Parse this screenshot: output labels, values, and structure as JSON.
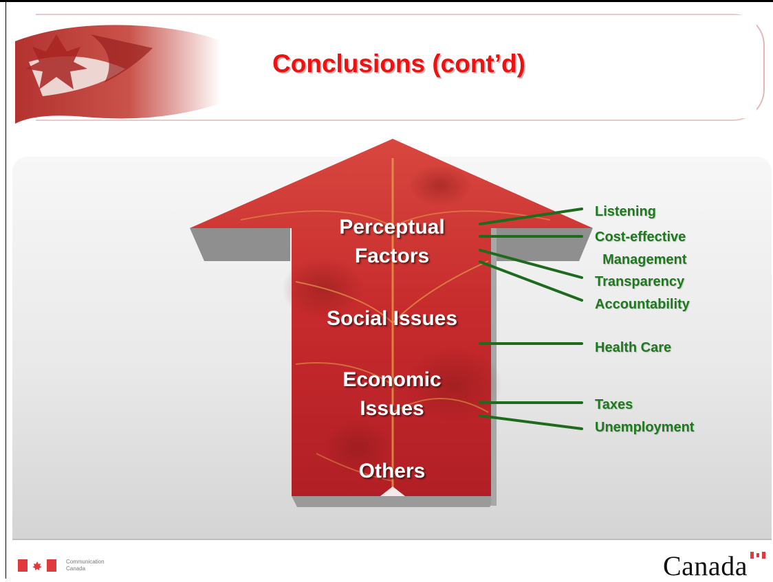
{
  "slide": {
    "title": "Conclusions (cont’d)"
  },
  "diagram": {
    "arrow_levels": [
      {
        "label": "Perceptual\nFactors"
      },
      {
        "label": "Social Issues"
      },
      {
        "label": "Economic\nIssues"
      },
      {
        "label": "Others"
      }
    ],
    "factors": [
      "Listening",
      "Cost-effective\n  Management",
      "Transparency",
      "Accountability",
      "Health Care",
      "Taxes",
      "Unemployment"
    ]
  },
  "footer": {
    "department": "Communication\nCanada",
    "wordmark": "Canada"
  },
  "colors": {
    "title": "#ee1111",
    "arrow": "#c8282c",
    "connector": "#1e6b1e",
    "factor_text": "#1e7a1e"
  }
}
